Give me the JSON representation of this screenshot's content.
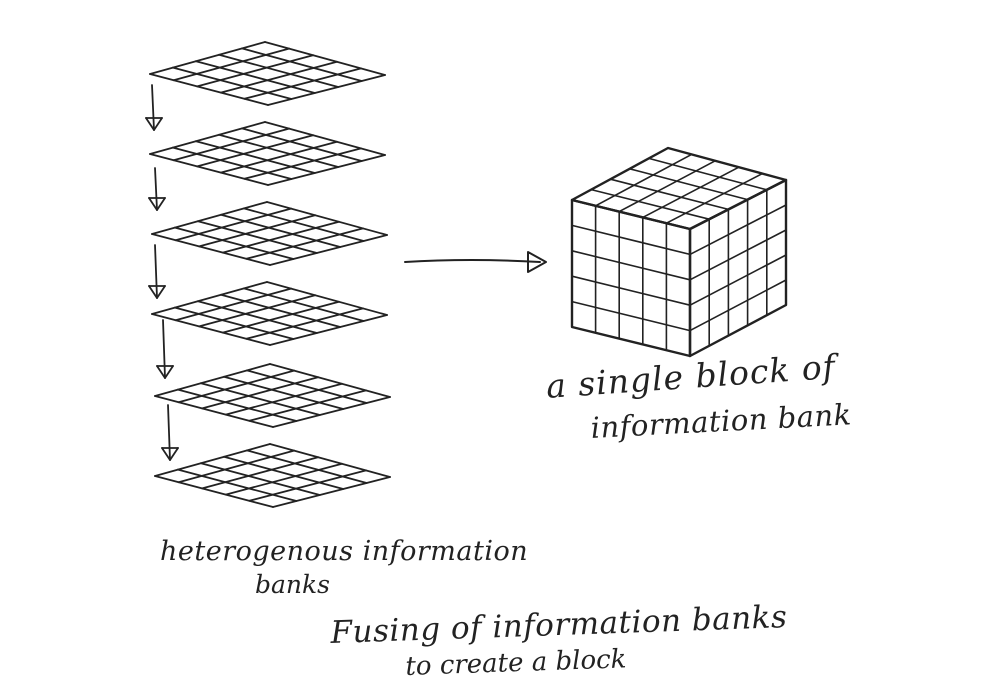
{
  "diagram": {
    "stack_label_line1": "heterogenous information",
    "stack_label_line2": "banks",
    "block_label_line1": "a single block of",
    "block_label_line2": "information bank",
    "caption_line1": "Fusing of information banks",
    "caption_line2": "to create a block",
    "layer_count": 6,
    "grid_divisions": 5,
    "ink_color": "#222222",
    "background_color": "#ffffff"
  }
}
